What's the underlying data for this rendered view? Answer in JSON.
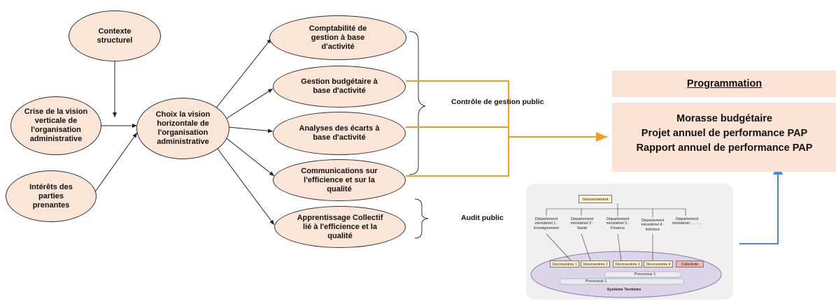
{
  "nodes": {
    "contexte": "Contexte structurel",
    "crise": "Crise de la vision verticale de l'organisation administrative",
    "interets": "Intérêts des parties prenantes",
    "choix": "Choix la vision horizontale de l'organisation administrative",
    "comptabilite": "Comptabilité de gestion à base d'activité",
    "gestion": "Gestion budgétaire à base d'activité",
    "analyses": "Analyses des écarts à base d'activité",
    "communications": "Communications sur l'efficience et sur la qualité",
    "apprentissage": "Apprentissage Collectif lié à l'efficience et la qualité"
  },
  "labels": {
    "controle": "Contrôle de gestion public",
    "audit": "Audit public"
  },
  "programmation": "Programmation",
  "outputs": [
    "Morasse budgétaire",
    "Projet annuel de performance PAP",
    "Rapport annuel de performance PAP"
  ],
  "org": {
    "gouvernement": "Gouvernement",
    "departements": [
      "Département ministériel 1 : Enseignement",
      "Département ministériel 2 : Santé",
      "Département ministériel 3 : Finance",
      "Département ministériel 4 : Intérieur",
      "Département ministériel … : …"
    ],
    "deconcentres": [
      "Déconcentrée 1",
      "Déconcentrée 2",
      "Déconcentrée 3",
      "Déconcentrée 4",
      "Collectivité"
    ],
    "processus": [
      "Processus 1",
      "Processus 1"
    ],
    "systeme": "Système Territoire"
  },
  "colors": {
    "connector": "#f39c1f",
    "return_arrow": "#4a86e8",
    "ellipse_fill": "#fbe5d6",
    "panel_fill": "#fbe4d5"
  }
}
